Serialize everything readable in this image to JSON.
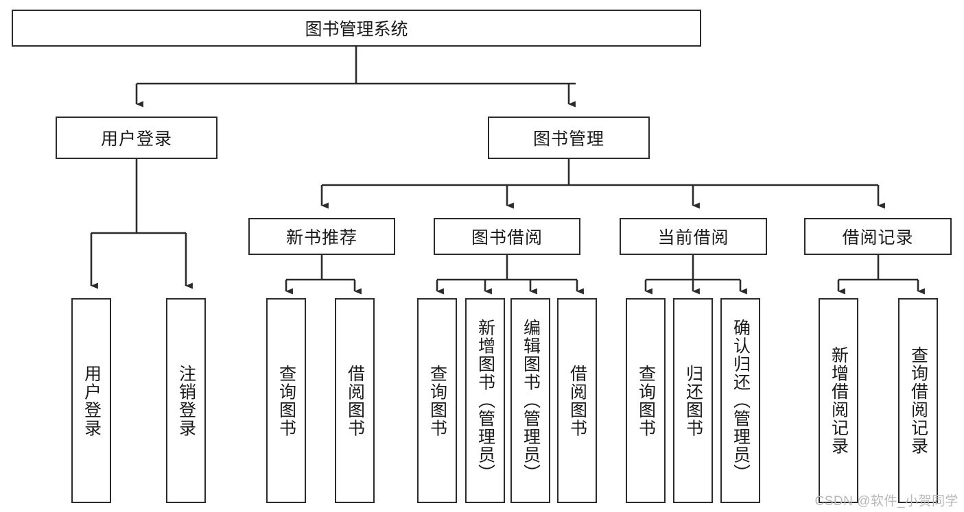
{
  "diagram": {
    "title": "图书管理系统",
    "type": "hierarchy-tree",
    "root": {
      "id": "root",
      "label": "图书管理系统",
      "orientation": "horizontal"
    },
    "level2": [
      {
        "id": "user-login",
        "label": "用户登录",
        "orientation": "horizontal"
      },
      {
        "id": "book-management",
        "label": "图书管理",
        "orientation": "horizontal"
      }
    ],
    "level3": [
      {
        "id": "new-book-recommend",
        "label": "新书推荐",
        "orientation": "horizontal",
        "parent": "book-management"
      },
      {
        "id": "book-borrow",
        "label": "图书借阅",
        "orientation": "horizontal",
        "parent": "book-management"
      },
      {
        "id": "current-borrow",
        "label": "当前借阅",
        "orientation": "horizontal",
        "parent": "book-management"
      },
      {
        "id": "borrow-record",
        "label": "借阅记录",
        "orientation": "horizontal",
        "parent": "book-management"
      }
    ],
    "leaves": [
      {
        "id": "leaf-user-login",
        "label": "用户登录",
        "orientation": "vertical",
        "parent": "user-login"
      },
      {
        "id": "leaf-user-logout",
        "label": "注销登录",
        "orientation": "vertical",
        "parent": "user-login"
      },
      {
        "id": "leaf-query-book-1",
        "label": "查询图书",
        "orientation": "vertical",
        "parent": "new-book-recommend"
      },
      {
        "id": "leaf-borrow-book-1",
        "label": "借阅图书",
        "orientation": "vertical",
        "parent": "new-book-recommend"
      },
      {
        "id": "leaf-query-book-2",
        "label": "查询图书",
        "orientation": "vertical",
        "parent": "book-borrow"
      },
      {
        "id": "leaf-add-book",
        "label": "新增图书（管理员）",
        "orientation": "vertical",
        "parent": "book-borrow"
      },
      {
        "id": "leaf-edit-book",
        "label": "编辑图书（管理员）",
        "orientation": "vertical",
        "parent": "book-borrow"
      },
      {
        "id": "leaf-borrow-book-2",
        "label": "借阅图书",
        "orientation": "vertical",
        "parent": "book-borrow"
      },
      {
        "id": "leaf-query-book-3",
        "label": "查询图书",
        "orientation": "vertical",
        "parent": "current-borrow"
      },
      {
        "id": "leaf-return-book",
        "label": "归还图书",
        "orientation": "vertical",
        "parent": "current-borrow"
      },
      {
        "id": "leaf-confirm-return",
        "label": "确认归还（管理员）",
        "orientation": "vertical",
        "parent": "current-borrow"
      },
      {
        "id": "leaf-add-record",
        "label": "新增借阅记录",
        "orientation": "vertical",
        "parent": "borrow-record"
      },
      {
        "id": "leaf-query-record",
        "label": "查询借阅记录",
        "orientation": "vertical",
        "parent": "borrow-record"
      }
    ]
  },
  "watermark": {
    "text": "CSDN @软件_小贺同学"
  },
  "colors": {
    "border": "#2b2b2b",
    "background": "#ffffff",
    "text": "#1a1a1a",
    "watermark": "#b9b9b9",
    "connector": "#2b2b2b"
  }
}
